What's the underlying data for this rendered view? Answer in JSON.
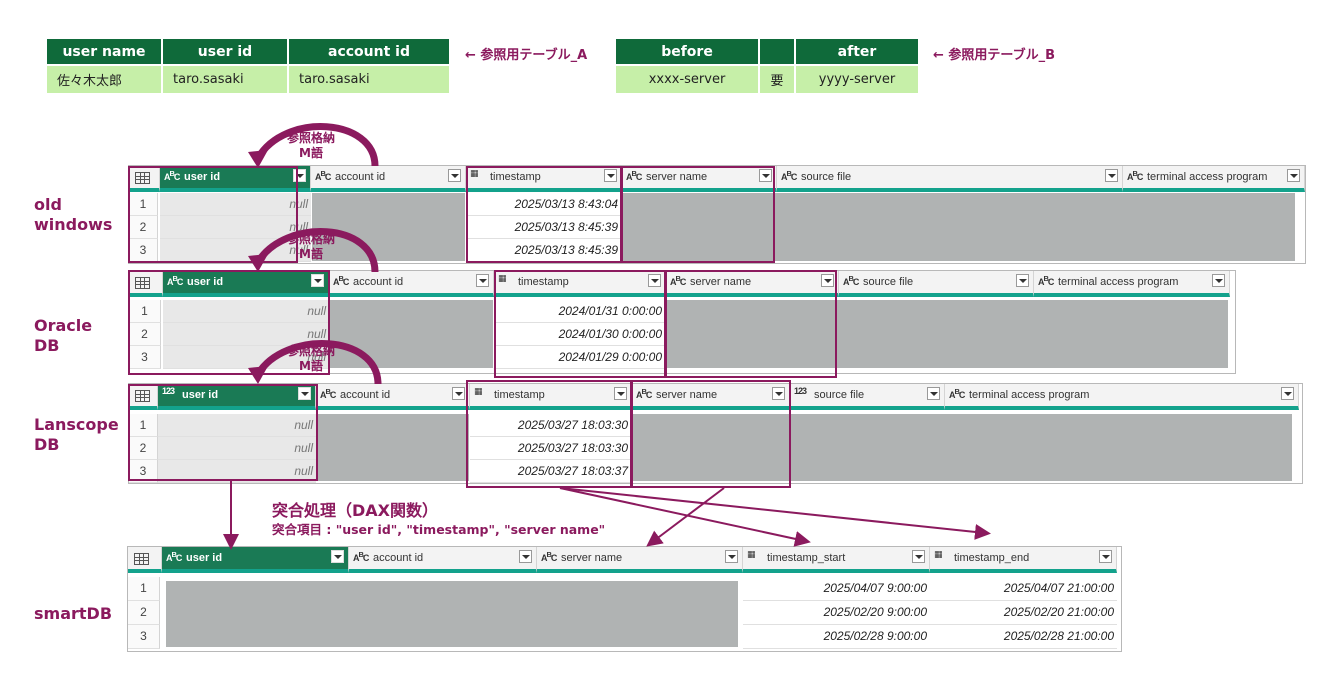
{
  "ref_a": {
    "headers": [
      "user name",
      "user id",
      "account id"
    ],
    "row": [
      "佐々木太郎",
      "taro.sasaki",
      "taro.sasaki"
    ],
    "note": "← 参照用テーブル_A"
  },
  "ref_b": {
    "headers": [
      "before",
      "",
      "after"
    ],
    "row": [
      "xxxx-server",
      "要",
      "yyyy-server"
    ],
    "note": "← 参照用テーブル_B"
  },
  "arc_label": "参照格納\nM語",
  "sources": [
    {
      "label": "old\nwindows",
      "columns": [
        "user id",
        "account id",
        "timestamp",
        "server name",
        "source file",
        "terminal access program"
      ],
      "rows": [
        {
          "num": "1",
          "user_id": "null",
          "timestamp": "2025/03/13 8:43:04"
        },
        {
          "num": "2",
          "user_id": "null",
          "timestamp": "2025/03/13 8:45:39"
        },
        {
          "num": "3",
          "user_id": "null",
          "timestamp": "2025/03/13 8:45:39"
        }
      ]
    },
    {
      "label": "Oracle\nDB",
      "columns": [
        "user id",
        "account id",
        "timestamp",
        "server name",
        "source file",
        "terminal access program"
      ],
      "rows": [
        {
          "num": "1",
          "user_id": "null",
          "timestamp": "2024/01/31 0:00:00"
        },
        {
          "num": "2",
          "user_id": "null",
          "timestamp": "2024/01/30 0:00:00"
        },
        {
          "num": "3",
          "user_id": "null",
          "timestamp": "2024/01/29 0:00:00"
        }
      ]
    },
    {
      "label": "Lanscope\nDB",
      "columns": [
        "user id",
        "account id",
        "timestamp",
        "server name",
        "source file",
        "terminal access program"
      ],
      "rows": [
        {
          "num": "1",
          "user_id": "null",
          "timestamp": "2025/03/27 18:03:30"
        },
        {
          "num": "2",
          "user_id": "null",
          "timestamp": "2025/03/27 18:03:30"
        },
        {
          "num": "3",
          "user_id": "null",
          "timestamp": "2025/03/27 18:03:37"
        }
      ]
    }
  ],
  "merge": {
    "title": "突合処理（DAX関数）",
    "subtitle": "突合項目 : \"user id\", \"timestamp\", \"server name\""
  },
  "smartdb": {
    "label": "smartDB",
    "columns": [
      "user id",
      "account id",
      "server name",
      "timestamp_start",
      "timestamp_end"
    ],
    "rows": [
      {
        "num": "1",
        "start": "2025/04/07 9:00:00",
        "end": "2025/04/07 21:00:00"
      },
      {
        "num": "2",
        "start": "2025/02/20 9:00:00",
        "end": "2025/02/20 21:00:00"
      },
      {
        "num": "3",
        "start": "2025/02/28 9:00:00",
        "end": "2025/02/28 21:00:00"
      }
    ]
  },
  "colors": {
    "accent": "#8b1a5e",
    "header_green": "#0f6a3a",
    "cell_green": "#c6efa8",
    "teal": "#13a28c"
  }
}
